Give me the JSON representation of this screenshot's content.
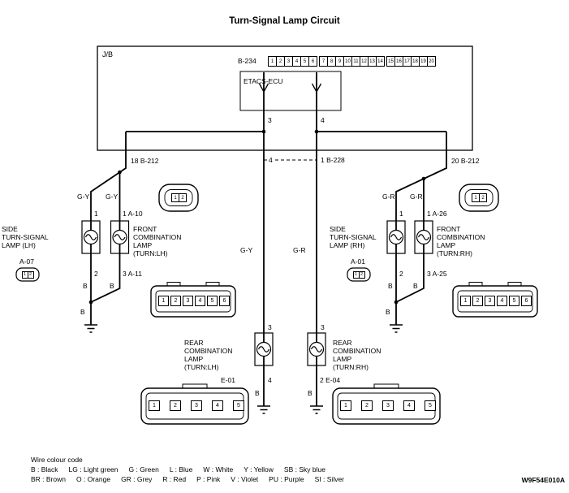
{
  "title": "Turn-Signal Lamp Circuit",
  "doc_code": "W9F54E010A",
  "junction_block": {
    "label": "J/B",
    "etacs_label": "ETACS-ECU",
    "pin_left": "3",
    "pin_right": "4",
    "b234": {
      "id": "B-234",
      "pins": [
        "1",
        "2",
        "3",
        "4",
        "5",
        "6",
        "7",
        "8",
        "9",
        "10",
        "11",
        "12",
        "13",
        "14",
        "15",
        "16",
        "17",
        "18",
        "19",
        "20"
      ]
    }
  },
  "branches": {
    "left_exit": "18 B-212",
    "right_exit": "20 B-212",
    "mid_left_pin": "4",
    "mid_right_pin": "1 B-228"
  },
  "left": {
    "wire_side": "G-Y",
    "wire_front": "G-Y",
    "side_pin_top": "1",
    "front_pin_top": "1 A-10",
    "side_lamp": [
      "SIDE",
      "TURN-SIGNAL",
      "LAMP (LH)"
    ],
    "side_connector": "A-07",
    "front_lamp": [
      "FRONT",
      "COMBINATION",
      "LAMP",
      "(TURN:LH)"
    ],
    "side_pin_bottom": "2",
    "front_pin_bottom": "3 A-11",
    "side_wire_bottom": "B",
    "front_wire_bottom": "B",
    "ground_wire": "B"
  },
  "right": {
    "wire_side": "G-R",
    "wire_front": "G-R",
    "side_pin_top": "1",
    "front_pin_top": "1 A-26",
    "side_lamp": [
      "SIDE",
      "TURN-SIGNAL",
      "LAMP (RH)"
    ],
    "side_connector": "A-01",
    "front_lamp": [
      "FRONT",
      "COMBINATION",
      "LAMP",
      "(TURN:RH)"
    ],
    "side_pin_bottom": "2",
    "front_pin_bottom": "3 A-25",
    "side_wire_bottom": "B",
    "front_wire_bottom": "B",
    "ground_wire": "B"
  },
  "center": {
    "wire_left": "G-Y",
    "wire_right": "G-R",
    "rear_left_pin_top": "3",
    "rear_right_pin_top": "3",
    "rear_left_lamp": [
      "REAR",
      "COMBINATION",
      "LAMP",
      "(TURN:LH)"
    ],
    "rear_right_lamp": [
      "REAR",
      "COMBINATION",
      "LAMP",
      "(TURN:RH)"
    ],
    "rear_left_connector": "E-01",
    "rear_left_pin_bottom": "4",
    "rear_right_pin_bottom": "2 E-04",
    "rear_left_wire_bottom": "B",
    "rear_right_wire_bottom": "B"
  },
  "connectors": {
    "a07_pins": [
      "1",
      "2"
    ],
    "a01_pins": [
      "1",
      "2"
    ],
    "a10_pins": [
      "1",
      "2"
    ],
    "a26_pins": [
      "1",
      "2"
    ],
    "a11_pins": [
      "1",
      "2",
      "3",
      "4",
      "5",
      "6"
    ],
    "a25_pins": [
      "1",
      "2",
      "3",
      "4",
      "5",
      "6"
    ],
    "e01_pins": [
      "1",
      "2",
      "3",
      "4",
      "5"
    ],
    "e04_pins": [
      "1",
      "2",
      "3",
      "4",
      "5"
    ]
  },
  "legend": {
    "title": "Wire colour code",
    "row1": [
      "B : Black",
      "LG : Light green",
      "G : Green",
      "L : Blue",
      "W : White",
      "Y : Yellow",
      "SB : Sky blue"
    ],
    "row2": [
      "BR : Brown",
      "O : Orange",
      "GR : Grey",
      "R : Red",
      "P : Pink",
      "V : Violet",
      "PU : Purple",
      "SI : Silver"
    ]
  }
}
